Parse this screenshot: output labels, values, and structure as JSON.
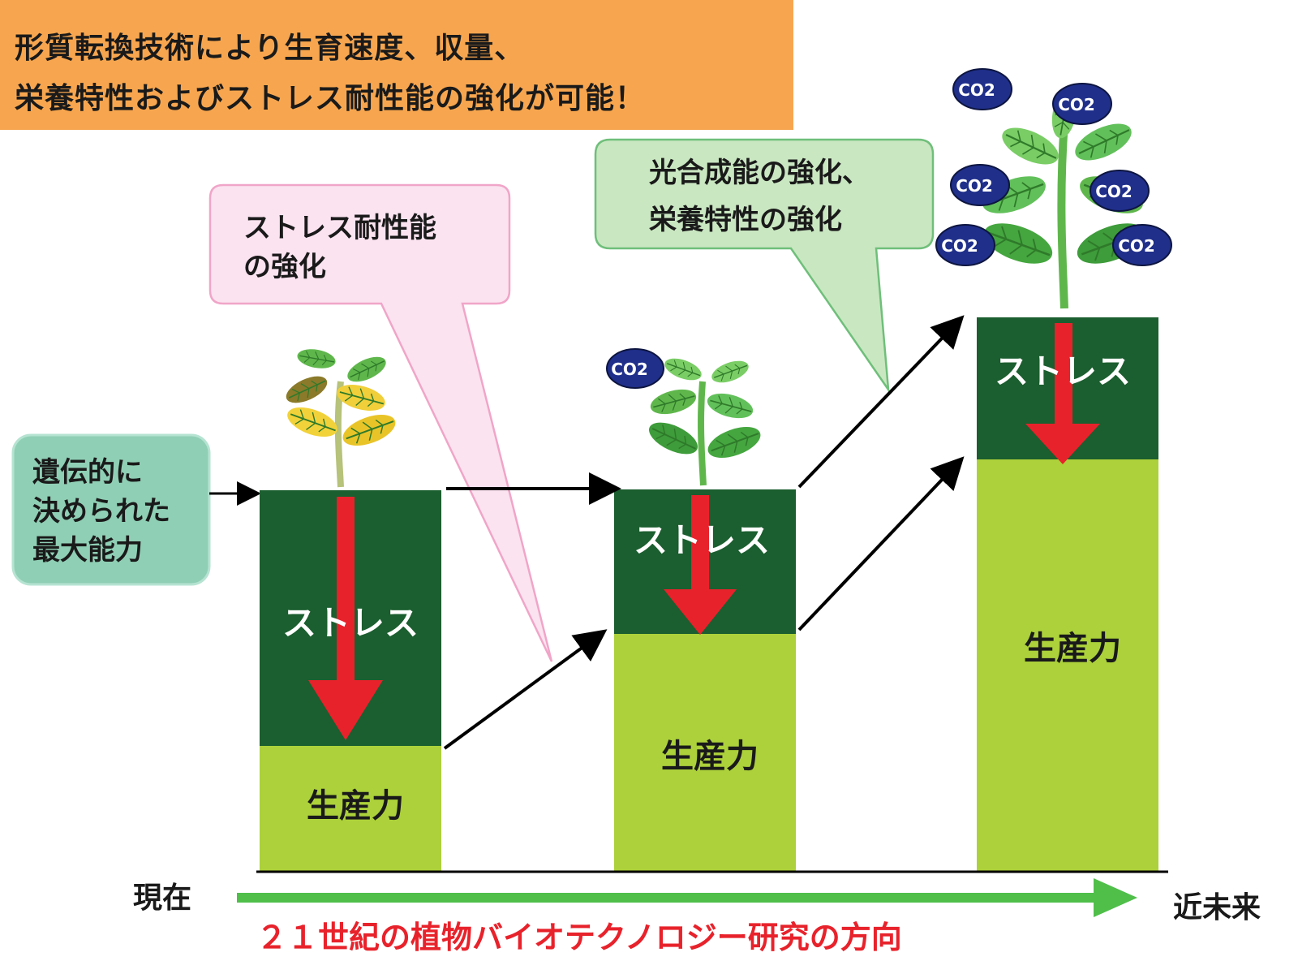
{
  "banner": {
    "line1": "形質転換技術により生育速度、収量、",
    "line2": "栄養特性およびストレス耐性能の強化が可能！"
  },
  "callouts": {
    "genetic_max": [
      "遺伝的に",
      "決められた",
      "最大能力"
    ],
    "stress_tolerance": [
      "ストレス耐性能",
      "の強化"
    ],
    "photosynthesis": [
      "光合成能の強化、",
      "栄養特性の強化"
    ]
  },
  "bars": [
    {
      "stress_label": "ストレス",
      "productivity_label": "生産力"
    },
    {
      "stress_label": "ストレス",
      "productivity_label": "生産力"
    },
    {
      "stress_label": "ストレス",
      "productivity_label": "生産力"
    }
  ],
  "co2_label": "CO2",
  "timeline": {
    "start_label": "現在",
    "end_label": "近未来",
    "caption": "２１世紀の植物バイオテクノロジー研究の方向"
  },
  "colors": {
    "banner": "#f7a64f",
    "stress_dark_green": "#1b5e2f",
    "productivity_light_green": "#acd13a",
    "red_arrow": "#e8222b",
    "timeline_arrow": "#4fbf4a",
    "caption_red": "#e8222b",
    "callout_teal": "#8fcfb5",
    "callout_pink": "#fbe3f0",
    "callout_green": "#c9e7c1"
  }
}
